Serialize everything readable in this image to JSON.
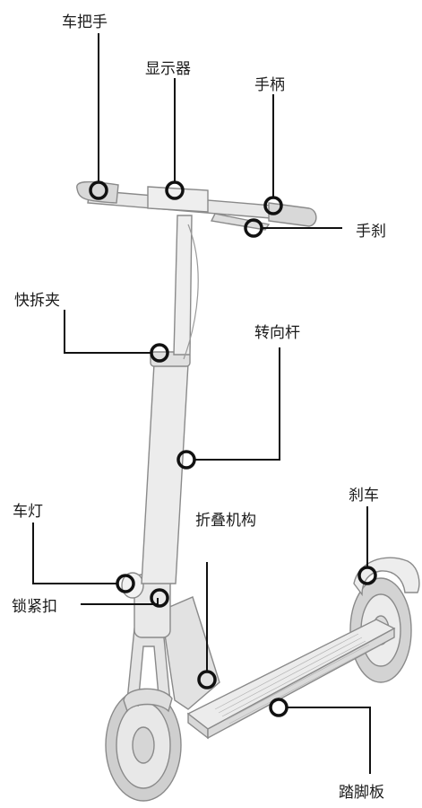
{
  "diagram": {
    "labels": {
      "handlebar": "车把手",
      "display": "显示器",
      "grip": "手柄",
      "hand_brake": "手刹",
      "quick_release_clamp": "快拆夹",
      "steering_stem": "转向杆",
      "rear_brake": "刹车",
      "headlight": "车灯",
      "folding_mechanism": "折叠机构",
      "locking_buckle": "锁紧扣",
      "footboard": "踏脚板"
    }
  },
  "colors": {
    "line": "#111111",
    "scooter_body": "#e6e6e6",
    "scooter_outline": "#8a8a8a",
    "tire": "#cfcfcf"
  }
}
